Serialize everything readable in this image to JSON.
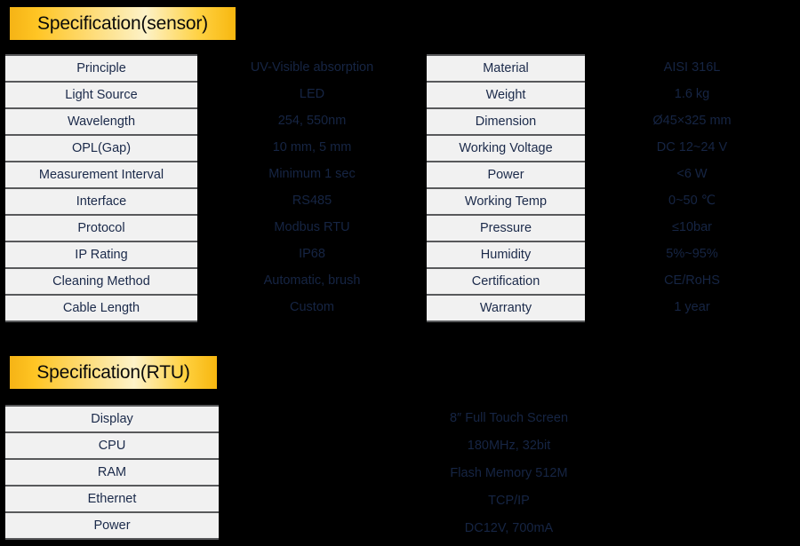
{
  "theme": {
    "background": "#000000",
    "banner_gradient_edge": "#f5b315",
    "banner_gradient_center": "#fdf2c8",
    "banner_text_color": "#0a0a0a",
    "cell_background": "#f1f1f1",
    "cell_border": "#58595b",
    "label_text_color": "#1b2a4a",
    "value_text_color": "#162544"
  },
  "sections": [
    {
      "id": "sensor",
      "banner_label": "Specification(sensor)",
      "left_table": {
        "rows": [
          {
            "label": "Principle",
            "value": "UV-Visible absorption"
          },
          {
            "label": "Light Source",
            "value": "LED"
          },
          {
            "label": "Wavelength",
            "value": "254, 550nm"
          },
          {
            "label": "OPL(Gap)",
            "value": "10 mm, 5 mm"
          },
          {
            "label": "Measurement Interval",
            "value": "Minimum 1 sec"
          },
          {
            "label": "Interface",
            "value": "RS485"
          },
          {
            "label": "Protocol",
            "value": "Modbus RTU"
          },
          {
            "label": "IP Rating",
            "value": "IP68"
          },
          {
            "label": "Cleaning Method",
            "value": "Automatic, brush"
          },
          {
            "label": "Cable Length",
            "value": "Custom"
          }
        ]
      },
      "right_table": {
        "rows": [
          {
            "label": "Material",
            "value": "AISI 316L"
          },
          {
            "label": "Weight",
            "value": "1.6 kg"
          },
          {
            "label": "Dimension",
            "value": "Ø45×325 mm"
          },
          {
            "label": "Working Voltage",
            "value": "DC 12~24 V"
          },
          {
            "label": "Power",
            "value": "<6 W"
          },
          {
            "label": "Working Temp",
            "value": "0~50 ℃"
          },
          {
            "label": "Pressure",
            "value": "≤10bar"
          },
          {
            "label": "Humidity",
            "value": "5%~95%"
          },
          {
            "label": "Certification",
            "value": "CE/RoHS"
          },
          {
            "label": "Warranty",
            "value": "1 year"
          }
        ]
      }
    },
    {
      "id": "rtu",
      "banner_label": "Specification(RTU)",
      "left_table": {
        "rows": [
          {
            "label": "Display",
            "value": "8″ Full Touch Screen"
          },
          {
            "label": "CPU",
            "value": "180MHz, 32bit"
          },
          {
            "label": "RAM",
            "value": "Flash Memory 512M"
          },
          {
            "label": "Ethernet",
            "value": "TCP/IP"
          },
          {
            "label": "Power",
            "value": "DC12V, 700mA"
          }
        ]
      }
    }
  ]
}
